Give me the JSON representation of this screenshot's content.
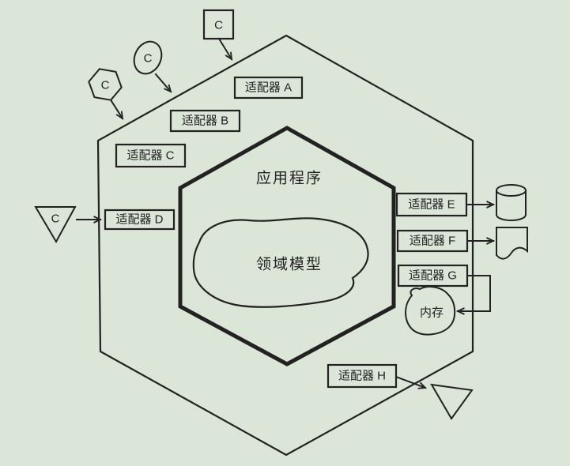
{
  "colors": {
    "background": "#dbe6d8",
    "ink": "#222222"
  },
  "hexagon": {
    "application_label": "应用程序",
    "domain_model_label": "领域模型"
  },
  "adapters": [
    {
      "label": "适配器 A"
    },
    {
      "label": "适配器 B"
    },
    {
      "label": "适配器 C"
    },
    {
      "label": "适配器 D"
    },
    {
      "label": "适配器 E"
    },
    {
      "label": "适配器 F"
    },
    {
      "label": "适配器 G"
    },
    {
      "label": "适配器 H"
    }
  ],
  "actors": {
    "square_label": "C",
    "ellipse_label": "C",
    "hexagon_label": "C",
    "triangle_label": "C"
  },
  "stores": {
    "memory_label": "内存"
  }
}
